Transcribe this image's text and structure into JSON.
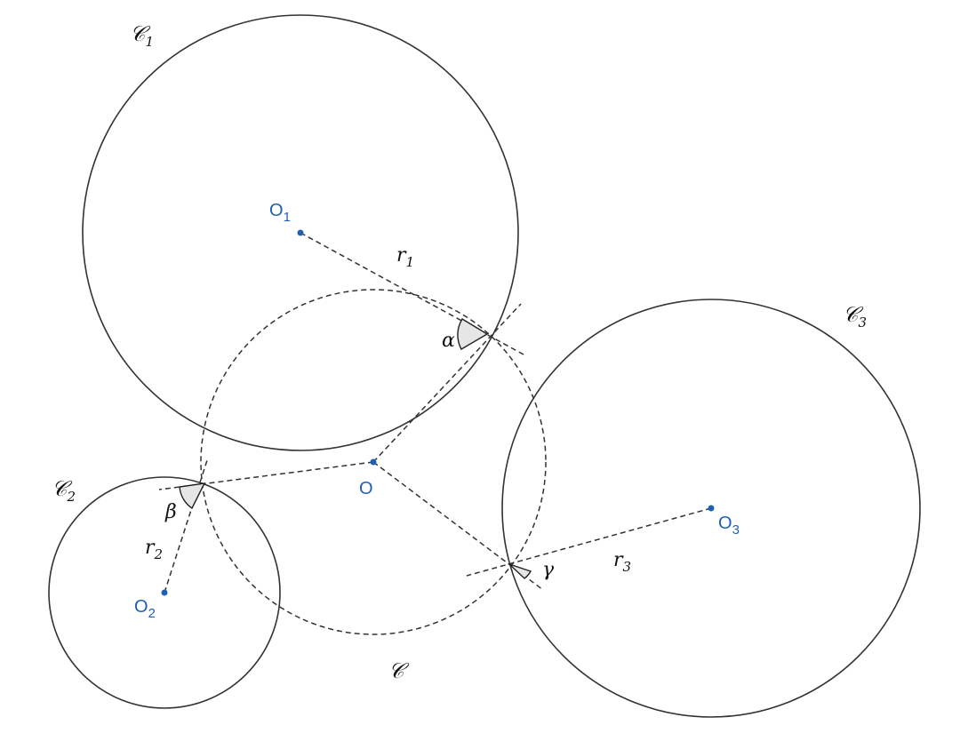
{
  "circles": {
    "c1": {
      "base": "𝒞",
      "sub": "1"
    },
    "c2": {
      "base": "𝒞",
      "sub": "2"
    },
    "c3": {
      "base": "𝒞",
      "sub": "3"
    },
    "c": {
      "base": "𝒞"
    }
  },
  "points": {
    "o1": {
      "base": "O",
      "sub": "1"
    },
    "o2": {
      "base": "O",
      "sub": "2"
    },
    "o3": {
      "base": "O",
      "sub": "3"
    },
    "o": {
      "base": "O"
    }
  },
  "radii": {
    "r1": {
      "base": "r",
      "sub": "1"
    },
    "r2": {
      "base": "r",
      "sub": "2"
    },
    "r3": {
      "base": "r",
      "sub": "3"
    }
  },
  "angles": {
    "alpha": "α",
    "beta": "β",
    "gamma": "γ"
  },
  "colors": {
    "point_label": "#1f5fb5",
    "stroke": "#333333",
    "angle_fill": "#e6e6e6"
  }
}
